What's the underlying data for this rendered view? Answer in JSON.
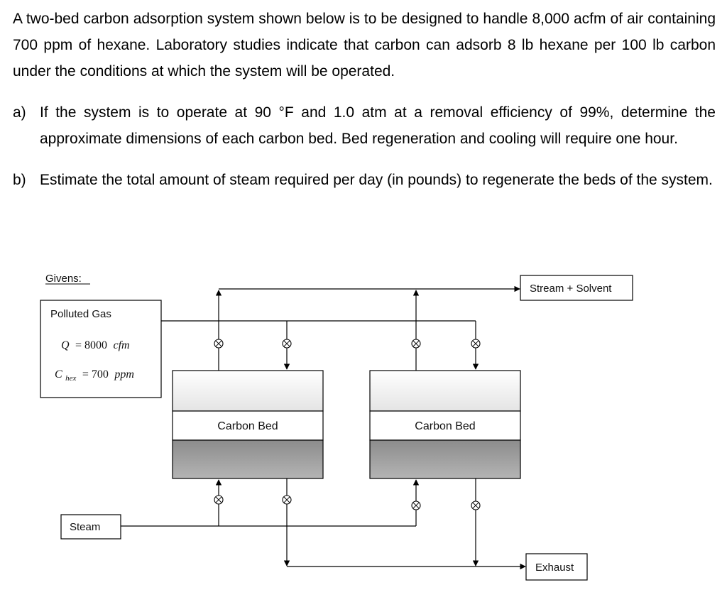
{
  "problem": {
    "intro": "A two-bed carbon adsorption system shown below is to be designed to handle 8,000 acfm of air containing 700 ppm of hexane. Laboratory studies indicate that carbon can adsorb 8 lb hexane per 100 lb carbon under the conditions at which the system will be operated.",
    "part_a": {
      "marker": "a)",
      "text": "If the system is to operate at 90 °F and 1.0 atm at a removal efficiency of 99%, determine the approximate dimensions of each carbon bed. Bed regeneration and cooling will require one hour."
    },
    "part_b": {
      "marker": "b)",
      "text": "Estimate the total amount of steam required per day (in pounds) to regenerate the beds of the system."
    }
  },
  "diagram": {
    "givens_label": "Givens:",
    "polluted_gas": {
      "title": "Polluted Gas",
      "q_symbol": "Q",
      "q_eq": "= 8000",
      "q_unit": "cfm",
      "c_symbol": "C",
      "c_sub": "hex",
      "c_eq": "= 700",
      "c_unit": "ppm"
    },
    "bed_left_label": "Carbon Bed",
    "bed_right_label": "Carbon Bed",
    "steam_label": "Steam",
    "stream_solvent_label": "Stream + Solvent",
    "exhaust_label": "Exhaust"
  }
}
